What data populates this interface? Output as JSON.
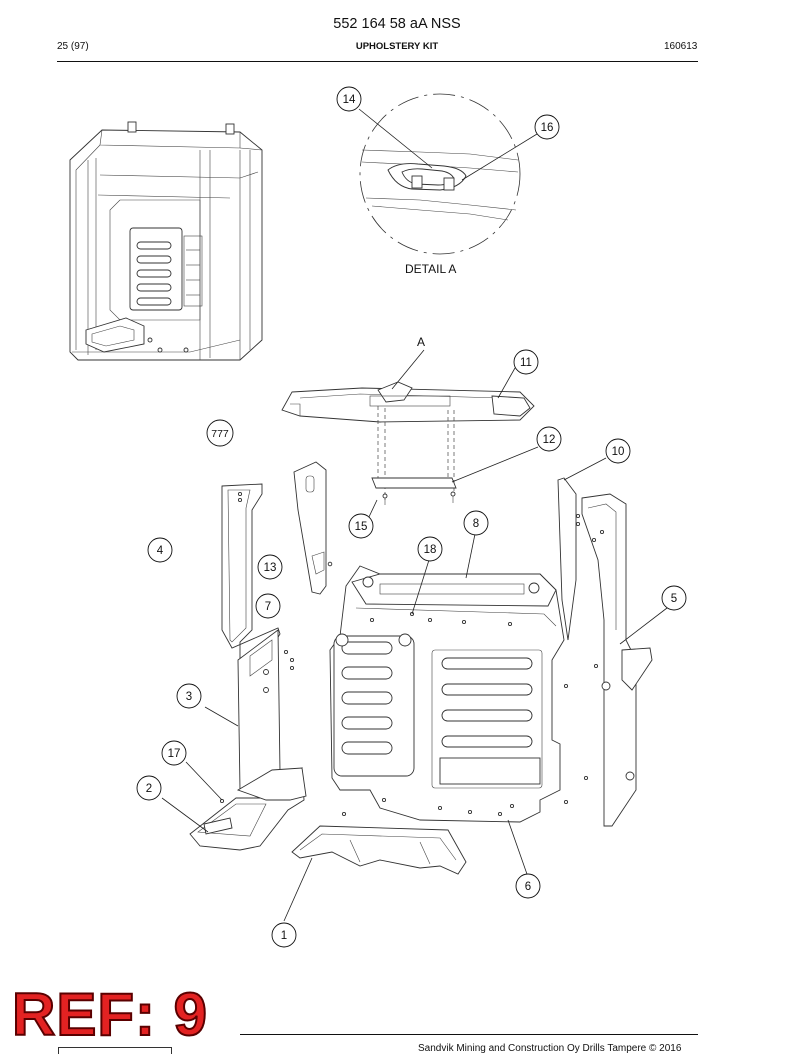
{
  "header": {
    "title": "552 164 58 aA NSS",
    "page": "25 (97)",
    "section": "UPHOLSTERY KIT",
    "date": "160613"
  },
  "labels": {
    "detail": "DETAIL A",
    "view_a": "A"
  },
  "callouts": {
    "c14": "14",
    "c16": "16",
    "c11": "11",
    "c777": "777",
    "c12": "12",
    "c10": "10",
    "c15": "15",
    "c8": "8",
    "c4": "4",
    "c18": "18",
    "c13": "13",
    "c7": "7",
    "c5": "5",
    "c3": "3",
    "c17": "17",
    "c2": "2",
    "c6": "6",
    "c1": "1"
  },
  "stamp": "REF: 9",
  "footer": {
    "copyright": "Sandvik Mining and Construction Oy Drills Tampere © 2016"
  }
}
